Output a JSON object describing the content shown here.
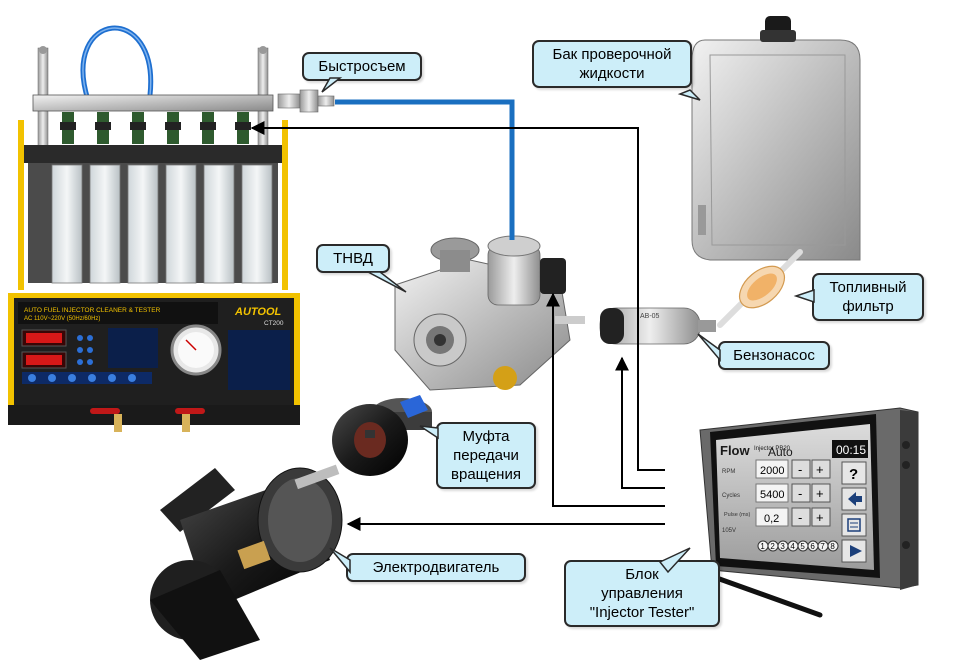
{
  "labels": {
    "quick_connector": "Быстросъем",
    "tank": [
      "Бак проверочной",
      "жидкости"
    ],
    "hpfp": "ТНВД",
    "fuel_filter": [
      "Топливный",
      "фильтр"
    ],
    "fuel_pump": "Бензонасос",
    "coupling": [
      "Муфта",
      "передачи",
      "вращения"
    ],
    "motor": "Электродвигатель",
    "control_unit": [
      "Блок",
      "управления",
      "\"Injector Tester\""
    ]
  },
  "stand": {
    "panel_title": "AUTO FUEL INJECTOR CLEANER & TESTER",
    "panel_power": "AC 110V~220V (50Hz/60Hz)",
    "brand": "AUTOOL",
    "model": "CT200"
  },
  "pump_marking": "AB-05",
  "controller_screen": {
    "brand": "Flow",
    "sub_title": "Injector PB20",
    "mode": "Auto",
    "time": "00:15",
    "rows": [
      {
        "label": "RPM",
        "value": "2000"
      },
      {
        "label": "Cycles",
        "value": "5400"
      },
      {
        "label": "Pulse (ms)",
        "value": "0,2"
      }
    ],
    "voltage": "105V",
    "minus": "-",
    "plus": "+",
    "help": "?",
    "channels": [
      "1",
      "2",
      "3",
      "4",
      "5",
      "6",
      "7",
      "8"
    ]
  },
  "colors": {
    "fuel_line": "#1a6fc0",
    "signal_line": "#000000",
    "label_fill": "#cdeef9",
    "stand_yellow": "#f2c200"
  }
}
